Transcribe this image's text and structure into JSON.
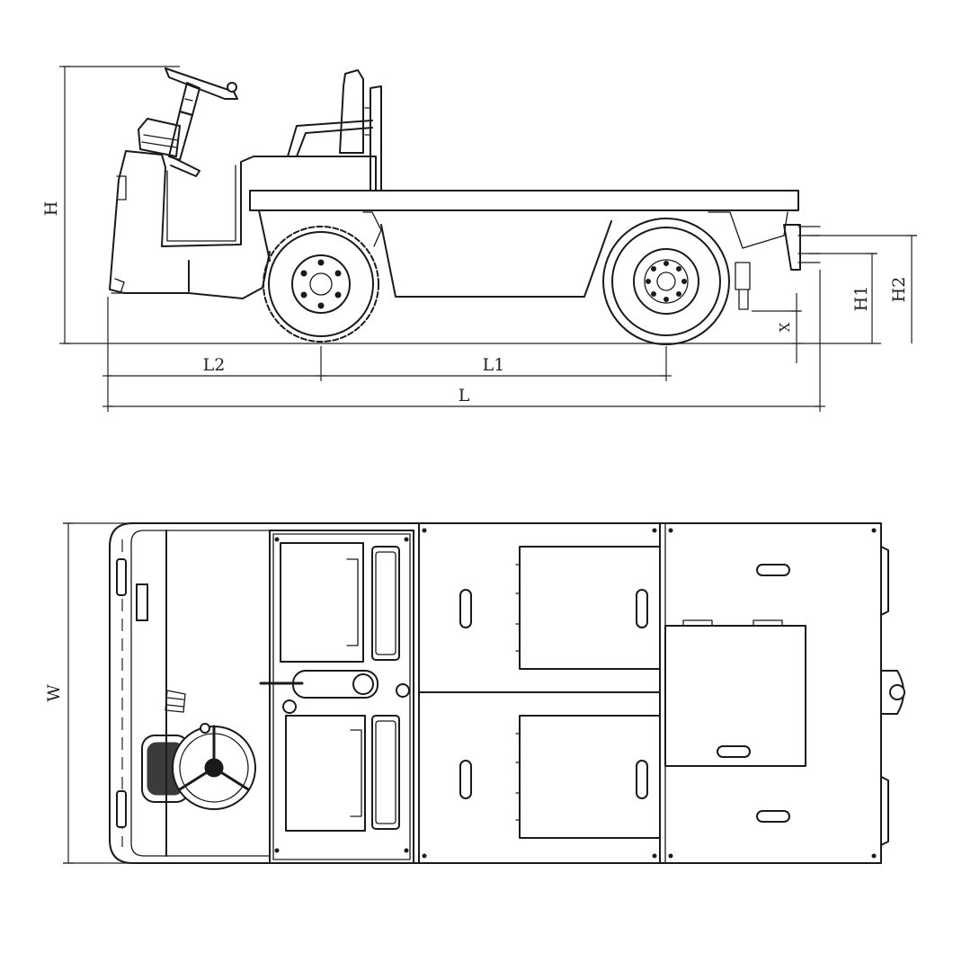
{
  "dimension_labels": {
    "height": "H",
    "height_h1": "H1",
    "height_h2": "H2",
    "clearance_x": "X",
    "wheelbase_l1": "L1",
    "front_overhang_l2": "L2",
    "length_l": "L",
    "width_w": "W"
  }
}
